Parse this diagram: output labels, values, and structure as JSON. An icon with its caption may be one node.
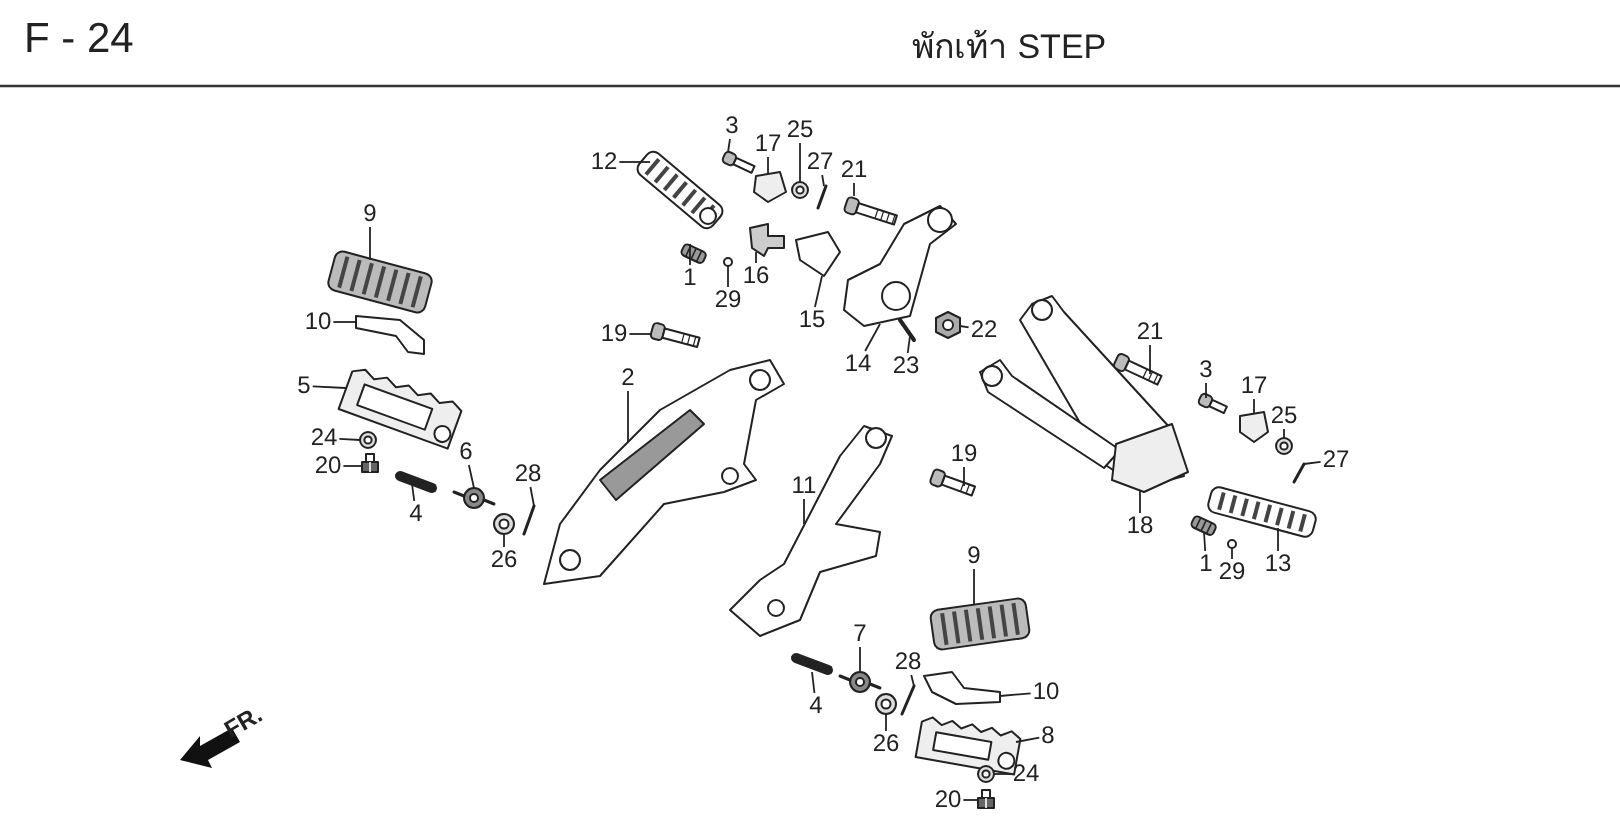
{
  "diagram": {
    "title": "พักเท้า STEP",
    "nodes": [
      {
        "text": [
          "3"
        ]
      },
      {
        "text": [
          "25"
        ]
      },
      {
        "text": [
          "17"
        ]
      },
      {
        "text": [
          "12"
        ]
      },
      {
        "text": [
          "27"
        ]
      },
      {
        "text": [
          "21"
        ]
      },
      {
        "text": [
          "9"
        ]
      },
      {
        "text": [
          "1"
        ]
      },
      {
        "text": [
          "16"
        ]
      },
      {
        "text": [
          "29"
        ]
      },
      {
        "text": [
          "15"
        ]
      },
      {
        "text": [
          "10"
        ]
      },
      {
        "text": [
          "22"
        ]
      },
      {
        "text": [
          "21"
        ]
      },
      {
        "text": [
          "19"
        ]
      },
      {
        "text": [
          "14"
        ]
      },
      {
        "text": [
          "23"
        ]
      },
      {
        "text": [
          "3"
        ]
      },
      {
        "text": [
          "2"
        ]
      },
      {
        "text": [
          "5"
        ]
      },
      {
        "text": [
          "17"
        ]
      },
      {
        "text": [
          "25"
        ]
      },
      {
        "text": [
          "24"
        ]
      },
      {
        "text": [
          "6"
        ]
      },
      {
        "text": [
          "19"
        ]
      },
      {
        "text": [
          "27"
        ]
      },
      {
        "text": [
          "20"
        ]
      },
      {
        "text": [
          "28"
        ]
      },
      {
        "text": [
          "11"
        ]
      },
      {
        "text": [
          "4"
        ]
      },
      {
        "text": [
          "18"
        ]
      },
      {
        "text": [
          "26"
        ]
      },
      {
        "text": [
          "9"
        ]
      },
      {
        "text": [
          "1"
        ]
      },
      {
        "text": [
          "13"
        ]
      },
      {
        "text": [
          "29"
        ]
      },
      {
        "text": [
          "7"
        ]
      },
      {
        "text": [
          "28"
        ]
      },
      {
        "text": [
          "10"
        ]
      },
      {
        "text": [
          "4"
        ]
      },
      {
        "text": [
          "8"
        ]
      },
      {
        "text": [
          "26"
        ]
      },
      {
        "text": [
          "24"
        ]
      },
      {
        "text": [
          "20"
        ]
      },
      {
        "text": [],
        "shape": "picture"
      },
      {
        "text": [],
        "shape": "picture"
      },
      {
        "text": [],
        "shape": "picture"
      },
      {
        "text": [],
        "shape": "picture"
      },
      {
        "text": [],
        "shape": "picture"
      },
      {
        "text": [],
        "shape": "picture"
      },
      {
        "text": [],
        "shape": "picture"
      },
      {
        "text": [],
        "shape": "picture"
      },
      {
        "text": [],
        "shape": "picture"
      },
      {
        "text": [],
        "shape": "picture"
      },
      {
        "text": [],
        "shape": "picture"
      },
      {
        "text": [],
        "shape": "picture"
      },
      {
        "text": [],
        "shape": "picture"
      },
      {
        "text": [],
        "shape": "picture"
      },
      {
        "text": [],
        "shape": "picture"
      },
      {
        "text": [],
        "shape": "picture"
      },
      {
        "text": [],
        "shape": "picture"
      },
      {
        "text": [],
        "shape": "picture"
      },
      {
        "text": [],
        "shape": "picture"
      },
      {
        "text": [],
        "shape": "picture"
      },
      {
        "text": [],
        "shape": "picture"
      },
      {
        "text": [],
        "shape": "picture"
      },
      {
        "text": [],
        "shape": "picture"
      },
      {
        "text": [],
        "shape": "picture"
      },
      {
        "text": [],
        "shape": "picture"
      },
      {
        "text": [],
        "shape": "picture"
      },
      {
        "text": [],
        "shape": "picture"
      },
      {
        "text": [],
        "shape": "picture"
      },
      {
        "text": [],
        "shape": "picture"
      },
      {
        "text": [],
        "shape": "picture"
      },
      {
        "text": [],
        "shape": "picture"
      },
      {
        "text": [],
        "shape": "picture"
      },
      {
        "text": [],
        "shape": "picture"
      },
      {
        "text": [],
        "shape": "picture"
      },
      {
        "text": [],
        "shape": "picture"
      },
      {
        "text": [],
        "shape": "picture"
      },
      {
        "text": [],
        "shape": "picture"
      },
      {
        "text": [],
        "shape": "picture"
      },
      {
        "text": [],
        "shape": "picture"
      },
      {
        "text": [],
        "shape": "picture"
      },
      {
        "text": [],
        "shape": "picture"
      },
      {
        "text": [],
        "shape": "picture"
      },
      {
        "text": [],
        "shape": "picture"
      },
      {
        "text": [],
        "shape": "picture"
      }
    ],
    "edges": [
      {
        "from": 0,
        "to": 44,
        "arrow": "none"
      },
      {
        "from": 1,
        "to": 45,
        "arrow": "none"
      },
      {
        "from": 2,
        "to": 46,
        "arrow": "none"
      },
      {
        "from": 3,
        "to": 47,
        "arrow": "none"
      },
      {
        "from": 4,
        "to": 48,
        "arrow": "none"
      },
      {
        "from": 5,
        "to": 49,
        "arrow": "none"
      },
      {
        "from": 6,
        "to": 50,
        "arrow": "none"
      },
      {
        "from": 7,
        "to": 51,
        "arrow": "none"
      },
      {
        "from": 8,
        "to": 52,
        "arrow": "none"
      },
      {
        "from": 9,
        "to": 53,
        "arrow": "none"
      },
      {
        "from": 10,
        "to": 54,
        "arrow": "none"
      },
      {
        "from": 11,
        "to": 55,
        "arrow": "none"
      },
      {
        "from": 12,
        "to": 56,
        "arrow": "none"
      },
      {
        "from": 13,
        "to": 57,
        "arrow": "none"
      },
      {
        "from": 14,
        "to": 58,
        "arrow": "none"
      },
      {
        "from": 15,
        "to": 59,
        "arrow": "none"
      },
      {
        "from": 16,
        "to": 60,
        "arrow": "none"
      },
      {
        "from": 17,
        "to": 61,
        "arrow": "none"
      },
      {
        "from": 18,
        "to": 62,
        "arrow": "none"
      },
      {
        "from": 19,
        "to": 63,
        "arrow": "none"
      },
      {
        "from": 20,
        "to": 64,
        "arrow": "none"
      },
      {
        "from": 21,
        "to": 65,
        "arrow": "none"
      },
      {
        "from": 22,
        "to": 66,
        "arrow": "none"
      },
      {
        "from": 23,
        "to": 67,
        "arrow": "none"
      },
      {
        "from": 24,
        "to": 68,
        "arrow": "none"
      },
      {
        "from": 25,
        "to": 69,
        "arrow": "none"
      },
      {
        "from": 26,
        "to": 70,
        "arrow": "none"
      },
      {
        "from": 27,
        "to": 71,
        "arrow": "none"
      },
      {
        "from": 28,
        "to": 72,
        "arrow": "none"
      },
      {
        "from": 29,
        "to": 73,
        "arrow": "none"
      },
      {
        "from": 30,
        "to": 74,
        "arrow": "none"
      },
      {
        "from": 31,
        "to": 75,
        "arrow": "none"
      },
      {
        "from": 32,
        "to": 76,
        "arrow": "none"
      },
      {
        "from": 33,
        "to": 77,
        "arrow": "none"
      },
      {
        "from": 34,
        "to": 78,
        "arrow": "none"
      },
      {
        "from": 35,
        "to": 79,
        "arrow": "none"
      },
      {
        "from": 36,
        "to": 80,
        "arrow": "none"
      },
      {
        "from": 37,
        "to": 81,
        "arrow": "none"
      },
      {
        "from": 38,
        "to": 82,
        "arrow": "none"
      },
      {
        "from": 39,
        "to": 83,
        "arrow": "none"
      },
      {
        "from": 40,
        "to": 84,
        "arrow": "none"
      },
      {
        "from": 41,
        "to": 85,
        "arrow": "none"
      },
      {
        "from": 42,
        "to": 86,
        "arrow": "none"
      },
      {
        "from": 43,
        "to": 87,
        "arrow": "none"
      }
    ],
    "labels": [
      "F - 24",
      "FR."
    ]
  }
}
